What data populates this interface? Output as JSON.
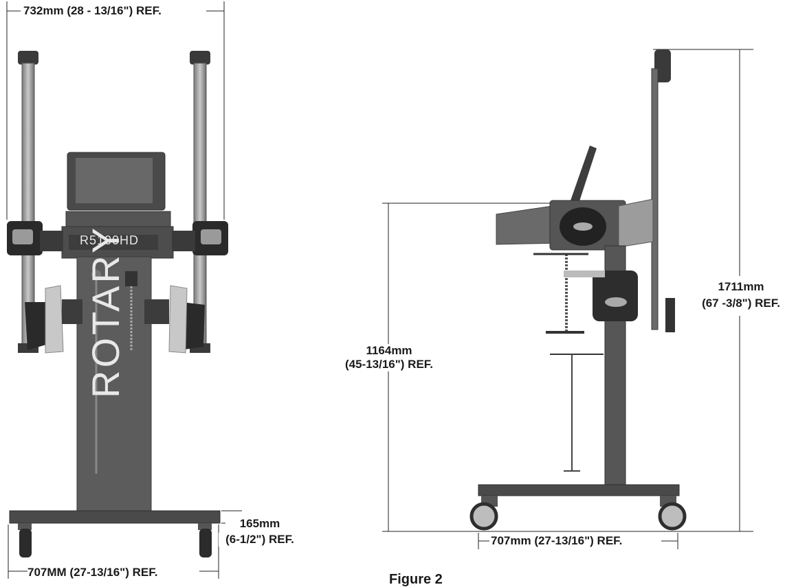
{
  "front_view": {
    "top_width": "732mm (28 - 13/16\") REF.",
    "bottom_width": "707MM (27-13/16\") REF.",
    "base_height_line1": "165mm",
    "base_height_line2": "(6-1/2\") REF.",
    "model_badge": "R5100HD",
    "brand_text": "ROTARY"
  },
  "side_view": {
    "height_lower_line1": "1164mm",
    "height_lower_line2": "(45-13/16\") REF.",
    "height_total_line1": "1711mm",
    "height_total_line2": "(67 -3/8\") REF.",
    "base_width": "707mm (27-13/16\") REF."
  },
  "figure_caption": "Figure 2",
  "colors": {
    "frame": "#5a5a5a",
    "frame_dark": "#3c3c3c",
    "frame_light": "#9a9a9a",
    "dim_line": "#222222"
  }
}
